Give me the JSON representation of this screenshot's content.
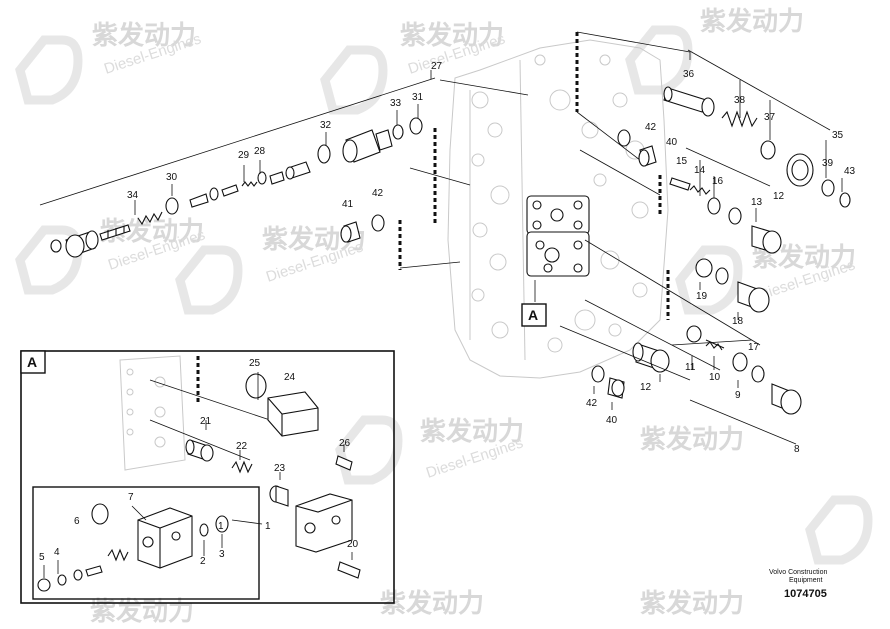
{
  "watermark": {
    "brand_cn": "紫发动力",
    "brand_en": "Diesel-Engines"
  },
  "diagram": {
    "callout_main": "A",
    "callout_detail": "A",
    "part_numbers": [
      "1",
      "2",
      "3",
      "4",
      "5",
      "6",
      "7",
      "8",
      "9",
      "10",
      "11",
      "12",
      "13",
      "14",
      "15",
      "16",
      "17",
      "18",
      "19",
      "20",
      "21",
      "22",
      "23",
      "24",
      "25",
      "26",
      "27",
      "28",
      "29",
      "30",
      "31",
      "32",
      "33",
      "34",
      "35",
      "36",
      "37",
      "38",
      "39",
      "40",
      "41",
      "42",
      "43"
    ]
  },
  "footer": {
    "company_line1": "Volvo Construction",
    "company_line2": "Equipment",
    "drawing_id": "1074705"
  }
}
